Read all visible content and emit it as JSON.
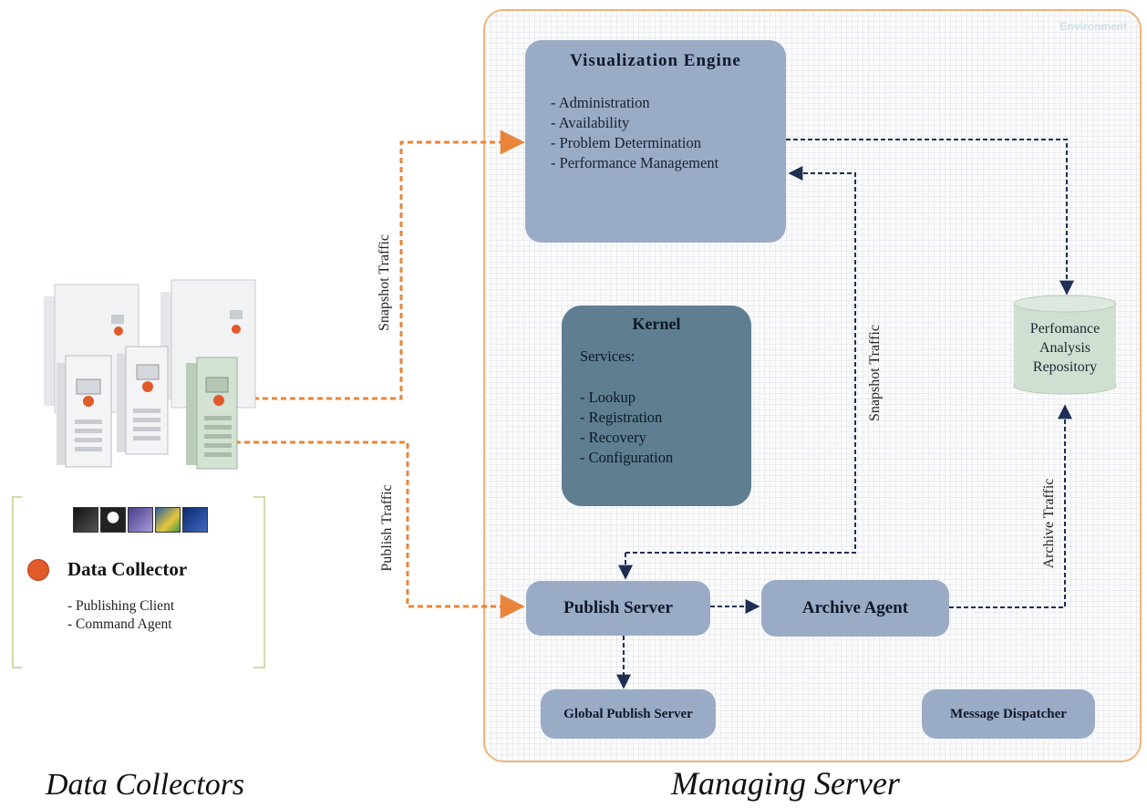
{
  "environment": {
    "label": "Environment"
  },
  "visualization_engine": {
    "title": "Visualization Engine",
    "items": [
      "- Administration",
      "- Availability",
      "- Problem Determination",
      "- Performance Management"
    ]
  },
  "kernel": {
    "title": "Kernel",
    "subtitle": "Services:",
    "items": [
      "- Lookup",
      "- Registration",
      "- Recovery",
      "- Configuration"
    ]
  },
  "repository": {
    "lines": [
      "Perfomance",
      "Analysis",
      "Repository"
    ]
  },
  "publish_server": "Publish Server",
  "archive_agent": "Archive Agent",
  "global_publish_server": "Global Publish Server",
  "message_dispatcher": "Message Dispatcher",
  "traffic_labels": {
    "snapshot_left": "Snapshot Traffic",
    "publish_left": "Publish Traffic",
    "snapshot_right": "Snapshot Traffic",
    "archive": "Archive Traffic"
  },
  "data_collector": {
    "title": "Data Collector",
    "items": [
      "- Publishing Client",
      "- Command Agent"
    ]
  },
  "os_logos": [
    "att-logo",
    "linux-logo",
    "os-logo",
    "solaris-logo",
    "windows-logo"
  ],
  "captions": {
    "left": "Data Collectors",
    "right": "Managing Server"
  },
  "colors": {
    "box_blue": "#9aabc6",
    "kernel": "#5f7e92",
    "orange_arrow": "#e8853a",
    "navy_arrow": "#1e2f55",
    "repository": "#cfe0d2",
    "env_border": "#f0b47a"
  }
}
